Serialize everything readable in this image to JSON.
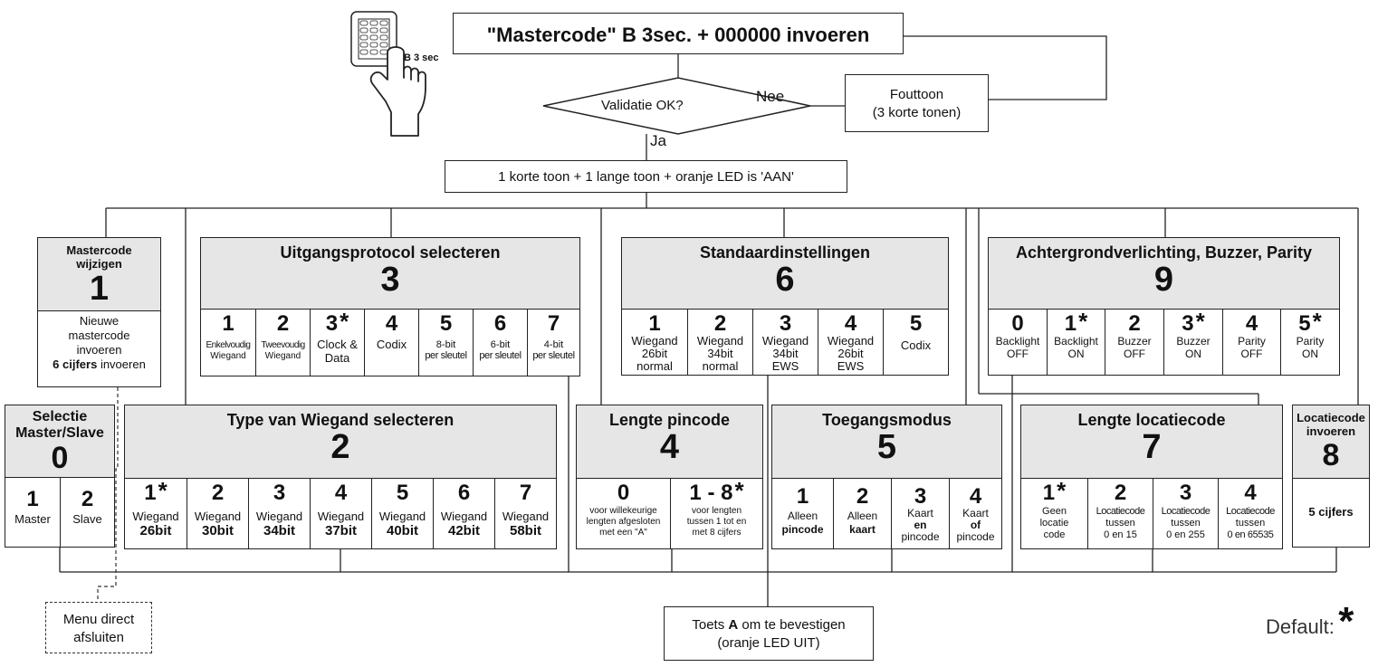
{
  "top": {
    "main": "\"Mastercode\" B 3sec. + 000000 invoeren",
    "keypad_label": "B 3 sec",
    "decision": "Validatie OK?",
    "no_label": "Nee",
    "yes_label": "Ja",
    "error_line1": "Fouttoon",
    "error_line2": "(3 korte tonen)",
    "confirm": "1 korte toon + 1 lange toon + oranje LED is 'AAN'"
  },
  "m1": {
    "title1": "Mastercode",
    "title2": "wijzigen",
    "num": "1",
    "l1": "Nieuwe",
    "l2": "mastercode",
    "l3": "invoeren",
    "l4b": "6 cijfers",
    "l4": " invoeren"
  },
  "m3": {
    "title": "Uitgangsprotocol selecteren",
    "num": "3",
    "options": [
      {
        "n": "1",
        "a": "Enkelvoudig",
        "b": "Wiegand"
      },
      {
        "n": "2",
        "a": "Tweevoudig",
        "b": "Wiegand"
      },
      {
        "n": "3",
        "a": "Clock &",
        "b": "Data"
      },
      {
        "n": "4",
        "a": "Codix",
        "b": ""
      },
      {
        "n": "5",
        "a": "8-bit",
        "b": "per sleutel"
      },
      {
        "n": "6",
        "a": "6-bit",
        "b": "per sleutel"
      },
      {
        "n": "7",
        "a": "4-bit",
        "b": "per sleutel"
      }
    ]
  },
  "m6": {
    "title": "Standaardinstellingen",
    "num": "6",
    "options": [
      {
        "n": "1",
        "a": "Wiegand",
        "b": "26bit",
        "c": "normal"
      },
      {
        "n": "2",
        "a": "Wiegand",
        "b": "34bit",
        "c": "normal"
      },
      {
        "n": "3",
        "a": "Wiegand",
        "b": "34bit",
        "c": "EWS"
      },
      {
        "n": "4",
        "a": "Wiegand",
        "b": "26bit",
        "c": "EWS"
      },
      {
        "n": "5",
        "a": "Codix",
        "b": "",
        "c": ""
      }
    ]
  },
  "m9": {
    "title": "Achtergrondverlichting, Buzzer, Parity",
    "num": "9",
    "options": [
      {
        "n": "0",
        "a": "Backlight",
        "b": "OFF"
      },
      {
        "n": "1",
        "a": "Backlight",
        "b": "ON"
      },
      {
        "n": "2",
        "a": "Buzzer",
        "b": "OFF"
      },
      {
        "n": "3",
        "a": "Buzzer",
        "b": "ON"
      },
      {
        "n": "4",
        "a": "Parity",
        "b": "OFF"
      },
      {
        "n": "5",
        "a": "Parity",
        "b": "ON"
      }
    ]
  },
  "m0": {
    "title1": "Selectie",
    "title2": "Master/Slave",
    "num": "0",
    "options": [
      {
        "n": "1",
        "a": "Master"
      },
      {
        "n": "2",
        "a": "Slave"
      }
    ]
  },
  "m2": {
    "title": "Type van Wiegand selecteren",
    "num": "2",
    "options": [
      {
        "n": "1",
        "a": "Wiegand",
        "b": "26bit"
      },
      {
        "n": "2",
        "a": "Wiegand",
        "b": "30bit"
      },
      {
        "n": "3",
        "a": "Wiegand",
        "b": "34bit"
      },
      {
        "n": "4",
        "a": "Wiegand",
        "b": "37bit"
      },
      {
        "n": "5",
        "a": "Wiegand",
        "b": "40bit"
      },
      {
        "n": "6",
        "a": "Wiegand",
        "b": "42bit"
      },
      {
        "n": "7",
        "a": "Wiegand",
        "b": "58bit"
      }
    ]
  },
  "m4": {
    "title": "Lengte pincode",
    "num": "4",
    "options": [
      {
        "n": "0",
        "a": "voor willekeurige",
        "b": "lengten afgesloten",
        "c": "met een \"A\""
      },
      {
        "n": "1 - 8",
        "a": "voor lengten",
        "b": "tussen 1 tot en",
        "c": "met 8 cijfers"
      }
    ]
  },
  "m5": {
    "title": "Toegangsmodus",
    "num": "5",
    "options": [
      {
        "n": "1",
        "a": "Alleen",
        "b": "pincode",
        "c": ""
      },
      {
        "n": "2",
        "a": "Alleen",
        "b": "kaart",
        "c": ""
      },
      {
        "n": "3",
        "a": "Kaart",
        "b": "en",
        "c": "pincode"
      },
      {
        "n": "4",
        "a": "Kaart",
        "b": "of",
        "c": "pincode"
      }
    ]
  },
  "m7": {
    "title": "Lengte locatiecode",
    "num": "7",
    "options": [
      {
        "n": "1",
        "a": "Geen",
        "b": "locatie",
        "c": "code"
      },
      {
        "n": "2",
        "a": "Locatiecode",
        "b": "tussen",
        "c": "0 en 15"
      },
      {
        "n": "3",
        "a": "Locatiecode",
        "b": "tussen",
        "c": "0 en 255"
      },
      {
        "n": "4",
        "a": "Locatiecode",
        "b": "tussen",
        "c": "0 en 65535"
      }
    ]
  },
  "m8": {
    "title1": "Locatiecode",
    "title2": "invoeren",
    "num": "8",
    "value": "5 cijfers"
  },
  "exit": {
    "l1": "Menu direct",
    "l2": "afsluiten"
  },
  "confirm_box": {
    "l1a": "Toets ",
    "l1b": "A",
    "l1c": " om te bevestigen",
    "l2": "(oranje LED UIT)"
  },
  "legend": {
    "label": "Default:",
    "symbol": "*"
  }
}
